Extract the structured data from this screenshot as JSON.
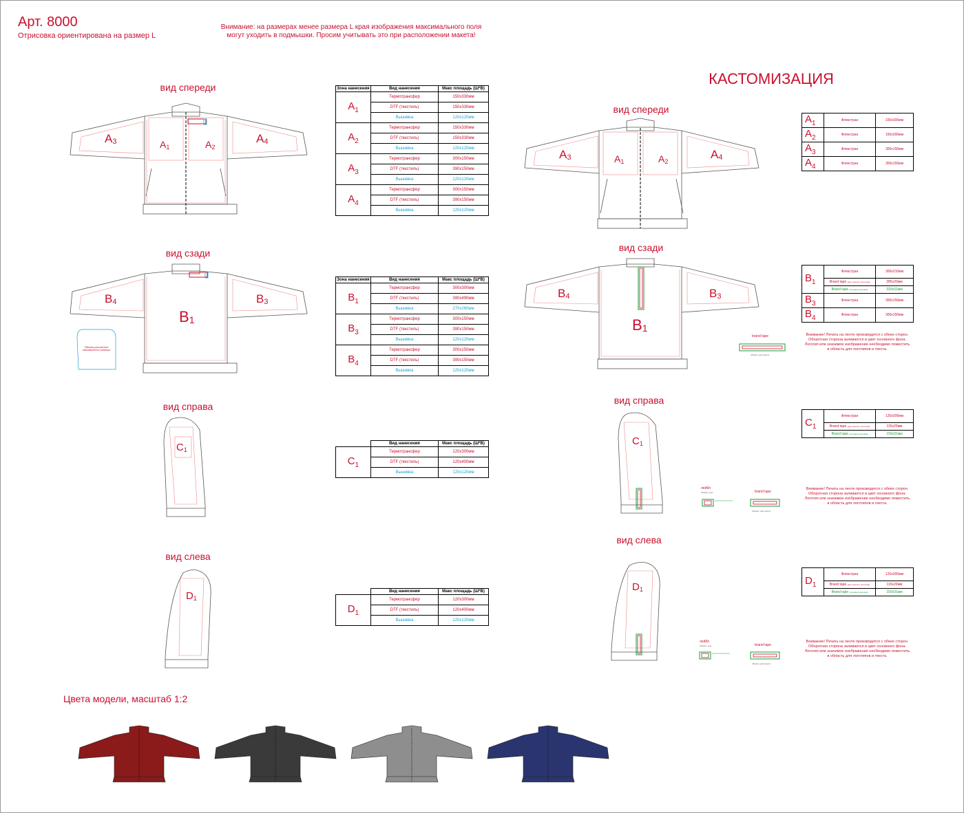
{
  "header": {
    "title": "Арт. 8000",
    "subtitle": "Отрисовка ориентирована на размер L",
    "warning_line1": "Внимание: на размерах менее размера L края изображения максимального поля",
    "warning_line2": "могут уходить в подмышки. Просим учитывать это при расположении макета!"
  },
  "customization_title": "КАСТОМИЗАЦИЯ",
  "views": {
    "front": "вид спереди",
    "back": "вид сзади",
    "right": "вид справа",
    "left": "вид слева"
  },
  "zone_labels": {
    "A1": "A",
    "A2": "A",
    "A3": "A",
    "A4": "A",
    "B1": "B",
    "B3": "B",
    "B4": "B",
    "C1": "C",
    "D1": "D"
  },
  "zone_subs": {
    "1": "1",
    "2": "2",
    "3": "3",
    "4": "4"
  },
  "back_sample_note": "Образец для расчета максимального размера",
  "table_headers": {
    "zone": "Зона нанесения",
    "method": "Вид нанесения",
    "area": "Макс площадь (Ш*В)"
  },
  "methods": {
    "thermo": "Термотрансфер",
    "dtf": "DTF (текстиль)",
    "embroidery": "Вышивка",
    "flex": "Флекстран",
    "brand_tape_red": "Brand tape",
    "brand_tape_red_note": "(для текста и логотипа)",
    "brand_tape_green": "Brand tape",
    "brand_tape_green_note": "(основная заливка)"
  },
  "spec_tables": {
    "front": [
      {
        "zone": "A",
        "sub": "1",
        "rows": [
          "150x330мм",
          "150x330мм",
          "120x120мм"
        ]
      },
      {
        "zone": "A",
        "sub": "2",
        "rows": [
          "150x330мм",
          "150x330мм",
          "120x120мм"
        ]
      },
      {
        "zone": "A",
        "sub": "3",
        "rows": [
          "300x150мм",
          "390x150мм",
          "120x120мм"
        ]
      },
      {
        "zone": "A",
        "sub": "4",
        "rows": [
          "300x150мм",
          "390x150мм",
          "120x120мм"
        ]
      }
    ],
    "back": [
      {
        "zone": "B",
        "sub": "1",
        "rows": [
          "300x300мм",
          "390x490мм",
          "270x260мм"
        ]
      },
      {
        "zone": "B",
        "sub": "3",
        "rows": [
          "300x150мм",
          "390x150мм",
          "120x120мм"
        ]
      },
      {
        "zone": "B",
        "sub": "4",
        "rows": [
          "300x150мм",
          "390x150мм",
          "120x120мм"
        ]
      }
    ],
    "right": [
      {
        "zone": "C",
        "sub": "1",
        "rows": [
          "120x300мм",
          "120x400мм",
          "120x120мм"
        ]
      }
    ],
    "left": [
      {
        "zone": "D",
        "sub": "1",
        "rows": [
          "120x300мм",
          "120x400мм",
          "120x120мм"
        ]
      }
    ]
  },
  "custom_tables": {
    "front": [
      {
        "zone": "A",
        "sub": "1",
        "value": "150x300мм"
      },
      {
        "zone": "A",
        "sub": "2",
        "value": "150x300мм"
      },
      {
        "zone": "A",
        "sub": "3",
        "value": "300x150мм"
      },
      {
        "zone": "A",
        "sub": "4",
        "value": "300x150мм"
      }
    ],
    "back": {
      "b1": {
        "zone": "B",
        "sub": "1",
        "flex": "300x210мм",
        "tape_red": "285x20мм",
        "tape_green": "320x31мм"
      },
      "b3": {
        "zone": "B",
        "sub": "3",
        "value": "300x150мм"
      },
      "b4": {
        "zone": "B",
        "sub": "4",
        "value": "300x150мм"
      }
    },
    "right": {
      "zone": "C",
      "sub": "1",
      "flex": "120x300мм",
      "tape_red": "115x20мм",
      "tape_green": "150x31мм"
    },
    "left": {
      "zone": "D",
      "sub": "1",
      "flex": "120x300мм",
      "tape_red": "115x20мм",
      "tape_green": "150x31мм"
    }
  },
  "notice": {
    "line1": "Внимание! Печать на ленте производится с обеих сторон.",
    "line2": "Оборотная сторона заливается в цвет основного фона.",
    "line3": "Логотип или значимое изображение необходимо поместить",
    "line4": "в область для логотипов и текста."
  },
  "tape": {
    "brand_tape": "brand tape",
    "tape_note": "область для текста",
    "label_title": "лейбл",
    "label_note": "область для"
  },
  "colors_title": "Цвета модели, масштаб 1:2",
  "colors": [
    "#8b1a1a",
    "#3a3a3a",
    "#8e8e8e",
    "#2a3570"
  ],
  "theme": {
    "accent": "#c8102e",
    "embroidery": "#1aa3d6",
    "green": "#1a9a3a"
  }
}
